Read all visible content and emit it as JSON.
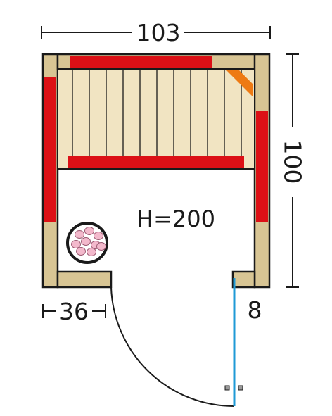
{
  "dimensions": {
    "width": "103",
    "depth": "100",
    "height_label": "H=200",
    "bench_width": "36",
    "wall_thickness": "8"
  },
  "colors": {
    "wood": "#d8c594",
    "bench_slat": "#f1e4c2",
    "heater_panel": "#dc1016",
    "corner_lamp": "#ee7a13",
    "door_glass": "#1f9ad6",
    "outline": "#1a1a1a",
    "stone": "#f3b9cc"
  },
  "icons": {
    "sauna_stove": "sauna-stove-stones-icon",
    "door_hinge": "door-hinge-icon"
  }
}
